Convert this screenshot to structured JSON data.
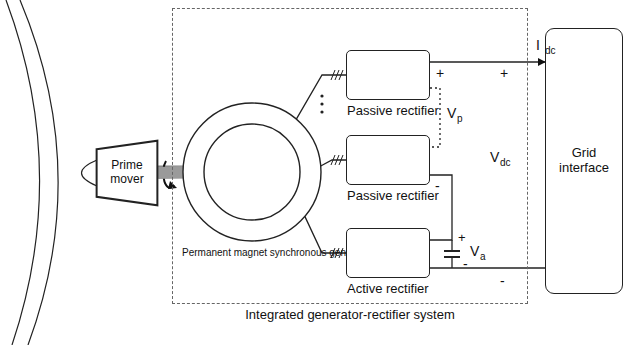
{
  "diagram": {
    "nodes": [
      {
        "text": [
          "Prime mover"
        ]
      },
      {
        "text": [
          "Integrated generator-rectifier system"
        ]
      },
      {
        "text": [
          "Permanent magnet synchronous generator"
        ],
        "in": 1
      },
      {
        "text": [
          "Passive rectifier"
        ],
        "in": 1
      },
      {
        "text": [
          "Passive rectifier"
        ],
        "in": 1
      },
      {
        "text": [
          "Active rectifier"
        ],
        "in": 1
      },
      {
        "text": [
          "Grid interface"
        ]
      }
    ],
    "edges": [
      {
        "from": 0,
        "to": 2,
        "arrow": "none"
      },
      {
        "from": 2,
        "to": 3,
        "arrow": "none"
      },
      {
        "from": 2,
        "to": 4,
        "arrow": "none"
      },
      {
        "from": 2,
        "to": 5,
        "arrow": "none"
      },
      {
        "from": 3,
        "to": 6,
        "arrow": "to"
      },
      {
        "from": 3,
        "to": 4,
        "arrow": "none"
      },
      {
        "from": 4,
        "to": 5,
        "arrow": "none"
      },
      {
        "from": 5,
        "to": 6,
        "arrow": "none"
      }
    ],
    "labels": [
      "I",
      "dc",
      "+",
      "+",
      "V",
      "p",
      "V",
      "dc",
      "-",
      "+",
      "V",
      "a",
      "-",
      "-"
    ]
  }
}
